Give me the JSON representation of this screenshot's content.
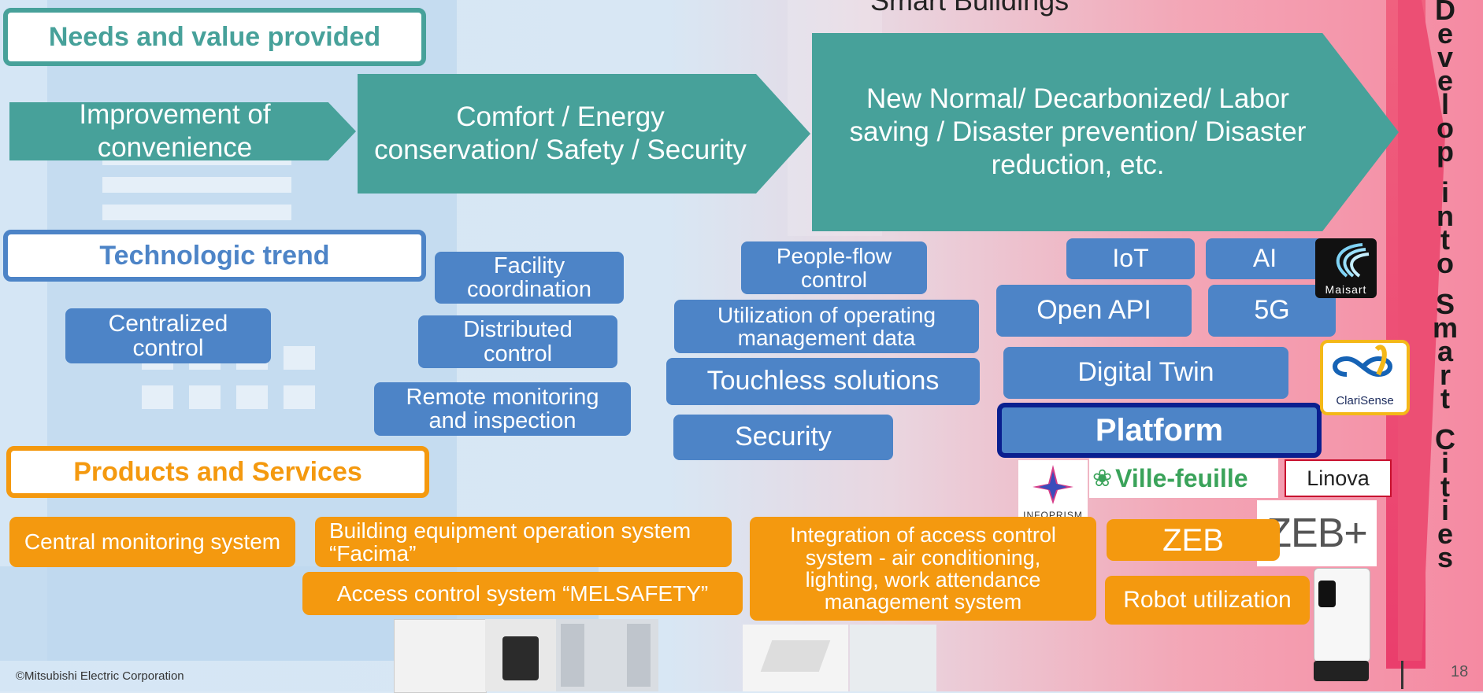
{
  "title_top": "Smart Buildings",
  "headers": {
    "needs": "Needs and value provided",
    "tech": "Technologic trend",
    "products": "Products and Services"
  },
  "needs_arrows": [
    "Improvement of convenience",
    "Comfort / Energy conservation/ Safety / Security",
    "New Normal/ Decarbonized/ Labor saving / Disaster prevention/ Disaster reduction, etc."
  ],
  "tech_boxes": {
    "centralized": "Centralized control",
    "facility": "Facility coordination",
    "distributed": "Distributed control",
    "remote": "Remote monitoring and inspection",
    "people_flow": "People-flow control",
    "utilization": "Utilization of operating management data",
    "touchless": "Touchless solutions",
    "security": "Security",
    "iot": "IoT",
    "ai": "AI",
    "open_api": "Open API",
    "fiveg": "5G",
    "digital_twin": "Digital Twin",
    "platform": "Platform"
  },
  "products": {
    "central_monitoring": "Central monitoring system",
    "facima": "Building equipment operation system “Facima”",
    "melsafety": "Access control system “MELSAFETY”",
    "integration": "Integration of access control system - air conditioning, lighting, work attendance management system",
    "zeb": "ZEB",
    "robot": "Robot utilization"
  },
  "logos": {
    "maisart": "Maisart",
    "clarisense": "ClariSense",
    "infoprism": "INFOPRISM",
    "ville": "Ville-feuille",
    "linova": "Linova",
    "zebplus": "ZEB+"
  },
  "vertical_text": [
    "D",
    "e",
    "v",
    "e",
    "l",
    "o",
    "p",
    " ",
    "i",
    "n",
    "t",
    "o",
    " ",
    "S",
    "m",
    "a",
    "r",
    "t",
    " ",
    "C",
    "i",
    "t",
    "i",
    "e",
    "s"
  ],
  "footer": "©Mitsubishi Electric Corporation",
  "page_number": "18",
  "colors": {
    "teal": "#47a19a",
    "blue": "#4d84c7",
    "orange": "#f4990f",
    "navy": "#0a1f8f"
  }
}
